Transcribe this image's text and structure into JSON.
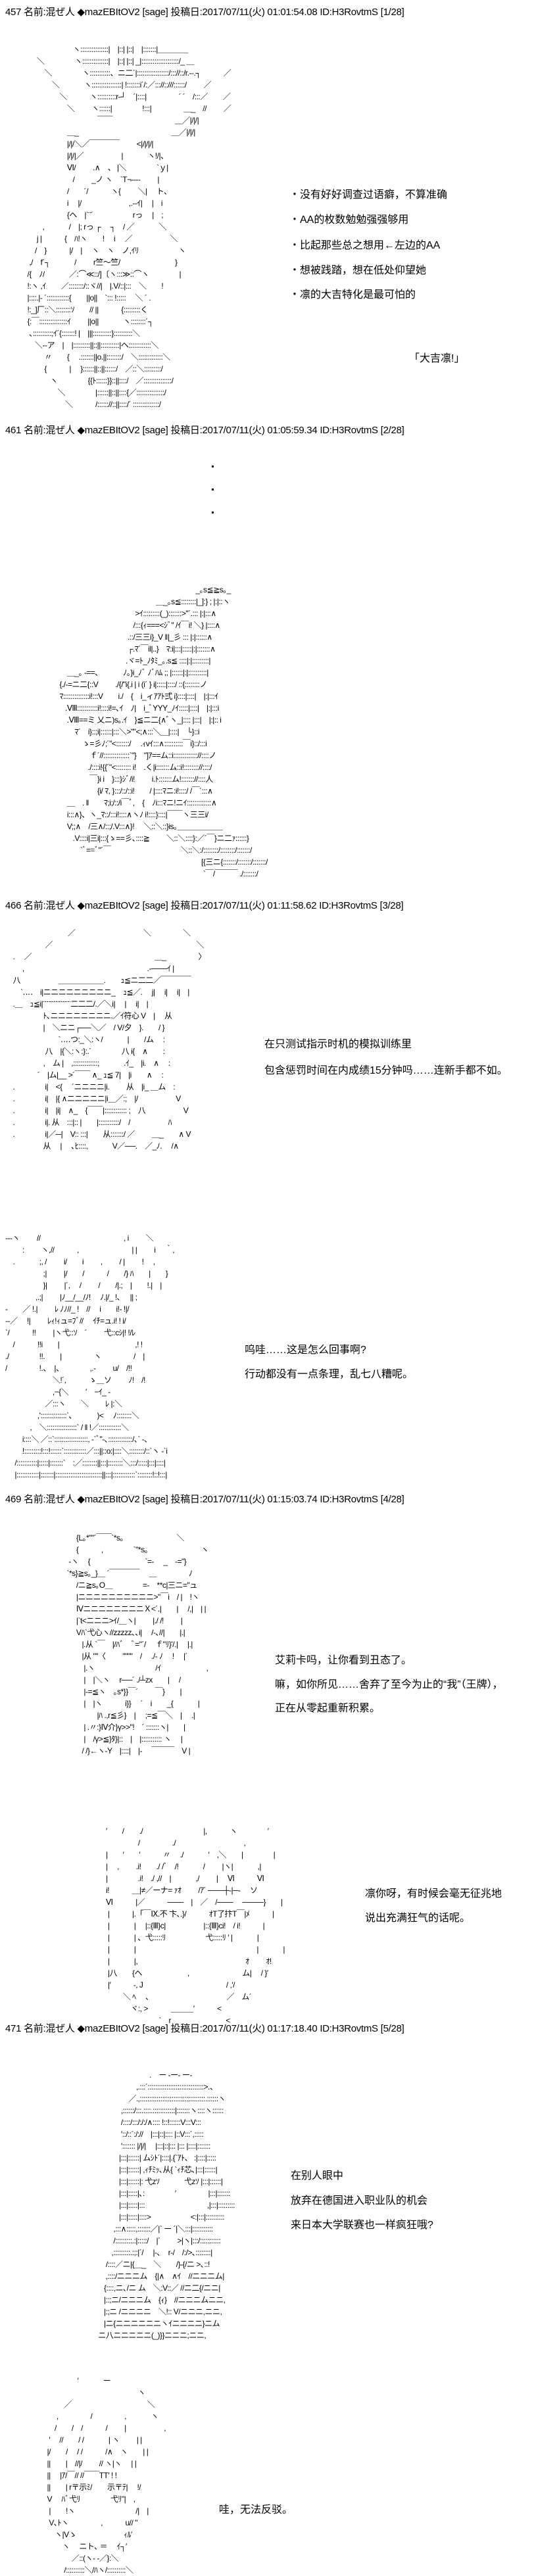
{
  "posts": [
    {
      "num": "457",
      "name_label": "名前:",
      "name": "混ぜ人",
      "trip": "◆mazEBItOV2",
      "mail": "[sage]",
      "date_label": "投稿日:",
      "date": "2017/07/11(火) 01:01:54.08",
      "id": "ID:H3RovtmS",
      "page": "[1/28]"
    },
    {
      "num": "461",
      "name_label": "名前:",
      "name": "混ぜ人",
      "trip": "◆mazEBItOV2",
      "mail": "[sage]",
      "date_label": "投稿日:",
      "date": "2017/07/11(火) 01:05:59.34",
      "id": "ID:H3RovtmS",
      "page": "[2/28]"
    },
    {
      "num": "466",
      "name_label": "名前:",
      "name": "混ぜ人",
      "trip": "◆mazEBItOV2",
      "mail": "[sage]",
      "date_label": "投稿日:",
      "date": "2017/07/11(火) 01:11:58.62",
      "id": "ID:H3RovtmS",
      "page": "[3/28]"
    },
    {
      "num": "469",
      "name_label": "名前:",
      "name": "混ぜ人",
      "trip": "◆mazEBItOV2",
      "mail": "[sage]",
      "date_label": "投稿日:",
      "date": "2017/07/11(火) 01:15:03.74",
      "id": "ID:H3RovtmS",
      "page": "[4/28]"
    },
    {
      "num": "471",
      "name_label": "名前:",
      "name": "混ぜ人",
      "trip": "◆mazEBItOV2",
      "mail": "[sage]",
      "date_label": "投稿日:",
      "date": "2017/07/11(火) 01:17:18.40",
      "id": "ID:H3RovtmS",
      "page": "[5/28]"
    }
  ],
  "dialogue": {
    "p1": [
      "・没有好好调查过语癖，不算准确",
      "・AA的枚数勉勉强强够用",
      "・比起那些总之想用←左边的AA",
      "・想被践踏，想在低处仰望她",
      "・凛的大吉特化是最可怕的"
    ],
    "p1_shout": "「大吉凛!」",
    "p3a": [
      "在只测试指示时机的模拟训练里",
      "包含惩罚时间在内成绩15分钟吗……连新手都不如。"
    ],
    "p3b": [
      "呜哇……这是怎么回事啊?",
      "行动都没有一点条理，乱七八糟呢。"
    ],
    "p4a": [
      "艾莉卡吗，让你看到丑态了。",
      "嘛，如你所见……舍弃了至今为止的“我”（王牌），",
      "正在从零起重新积累。"
    ],
    "p4b": [
      "凛你呀，有时候会毫无征兆地",
      "说出充满狂气的话呢。"
    ],
    "p5a": [
      "在别人眼中",
      "放弃在德国进入职业队的机会",
      "来日本大学联赛也一样疯狂哦?"
    ],
    "p5b": [
      "哇，无法反驳。"
    ]
  },
  "aa": {
    "a1": [
      "　　　　　　　ヽ:::::::::::::::|　|::| |::|　|:::::::|＿＿＿＿",
      "　　 ＼　　　　ヽ::::::::::::::|　|::| |::| _|::::::::::::::::::::/_ ＿",
      "　　　 ＼　　　　ヽ:::::::::::、ニ二´|:::::::::::::::::/::://::/r.-‐.┐　　　／",
      "　　　　 ＼　　　 ヽ::::::::::::::::| !:::::::i´/:／::://::///::::::/　　 ／",
      "　　　　　 ＼　　　ヽ::::::::::r‐┘　´|::::|　　　　 ´ ´　/:::／　　／",
      "　　　　　　 ＼　　 ヽ::::::|　　　　!:::|　　　　 ＿_　//　　 ／",
      "　　　　　　　　　　 ￣￣　　　　　　　　 ＿／|/|/|",
      "　　　　　　 ＿_　　　　　　　　　　　　 ＿／|/|/|",
      "　　　　　　 |/|/＼／￣￣￣￣　　 <|/|/|/|",
      "　　　　　　 |/|/|／　　　　　|　　　 ヽ!/|、",
      "　　　　　　 Ⅵ/　　 .∧　、 |＼　　　　`ｙ|",
      "　　　　　　　/　　 _ノ ヽ　`T¬‐-‐-　　 |",
      "　　　　　　 /　　´/　　　ヽ{　　 ＼|　 ト、",
      "　　　　　　 i　 |/　　　　　　 ,.-‐ｲ|　 |　i",
      "　　　　　　 {ヘ　|`¨´　　　　　 rっ　 |　;",
      "　　　,　　　 /　|; rっ ┌　 ┐　/ ／　　　 ＼",
      "　　 j |　　　{　ﾊ!ヽ　　!　 i　 ／　　　　　＼",
      "　　/　}　　　|/　|　 ヽ　ヽ　ノ,ｲﾘ　　　　　 ヽ",
      "　 ,/　f´┐　　　 /　　 r竺～竺/　　　　　　　 }",
      "　/{　ﾉ/　　　 ／:⌒≪::/]〔ヽ:::≫::⌒ヽ　　　　|",
      "　!:ヽ ,ｲ　　／::::::::/::ヾ//|　|.V/::|:::　＼　　!",
      "　|::::.|‐ ´::::::::::::{　　||o||　`::: !:::::　 ＼ ´ .",
      "　!:_]厂::＼::::::::ｿ　　// ||　　　{:::::::::く",
      "　{:￣:::::::::::::::ｲ　　 ||o||　　　 ヽ::::::::´┐",
      "　 ､::::::::::;ｲ´{:::::::! |　|||::::::::::}::::::::::＼",
      "　　＼‐‐ア　|　|:::::::::||::||::::::::::|ヘ::::::::::::＼",
      "　　　 〃　　{　 .:::::::||o.||::::::::/　＼:::::::::::::＼",
      "　　　 {　　　|　 }::::::||::||::::::/　／::＼:::::::::/",
      "　　　　ヽ　　　　{{ﾄ::::::}}::||::::/　／:::::::::::::::/",
      "　　　　　＼　　　　|::::::||::||::::{／:::::::::::::::/",
      "　　　　　　＼　　　/:::::://::||::::/´ ::::::::::::::/"
    ],
    "a2": [
      "　　　　　　　　　　　　　　　　　　　 _｡s≦≧s｡_",
      "　　　　　　　　　　　　　　＿_｡s≦::::::::|_]:} ; |:|::ヽ",
      "　　　　　　　　　　　 >ｲ:::::::::(_):::::::>\"´.::: |:|:::∧",
      "　　　　　　　　　　　/:::{ｨ===<ｼﾞ\" /ｲ￣i! ＼} |::::∧",
      "　　　　　　　　　　 .::/三三i}_V ‖|_彡 ::: |:|::::::∧",
      "　　　　　　　　　　 ┌.ﾏ´￣il|..}　ﾏ:i|:::|:::::|:|:::::::∧",
      "　　　　　　　　　　.ヾ=ﾄ_ﾉﾀﾐ_｡.s≦ ::::|:|:::::::::|",
      "　　 ＿_｡ -==､　　　 ﾉ｡}i_ﾉﾞ ﾉﾞﾊﾑ ;; |::::::|:|::::::::::|",
      "　 {./‐=ニ二{::V　　 ./{/\"i{.i | i (i´ } i|:::::|::::/ ::{::::::::ノ",
      "　 ﾏ::::::::::::::i!:::V　　i./　{　i_ィｱｱﾄ弍 i}::::|::::|　|:|:::ｲ",
      "　　.Ⅷ:::::::::::i!::::i!=､ｲ　ﾉ|　i_ﾞYYY_ﾉｲ:::::|::::|　|:|:::i",
      "　　 .Ⅷ==ミ 乂ニ)s｡.ｲ　}≦ニ二{∧ﾞヽ_|:::: |:::|　|:|:: i",
      "　　　 ﾏ´　i}::;i|::::::|:::＼>\"\"<;∧:::＼＿|::::|　└}::i",
      "　　　　 ゝ=彡ﾉ;´\"<:::::::/　 .ｨvｲ:::∧::::::::::￣i}::/:::i",
      "　　　　　 ｆ´//::::::::::::::`\"}　\"]ｱ==ム::i::::::::::::://::::ノ",
      "　　　　　./::::i!{{´\"<:::::::: i!　.く|i:::::::ム::i!:::::::://::::/",
      "　　　　　 ￣}i i　}:::}ｼﾞ/i!　　 i.ﾄ:::::::ム!::::::://::::人",
      "　　　　　　 {i/ ﾏ, }:::/::/::i!　　/ |::::ﾏニ:i!::::/ /￣´:::∧",
      "　　 ＿　. ‖　　ﾏ;i;/::/i￣ﾞ,　{　ﾉi:::ﾏニ!ニｲ:::::::::::::∧",
      "　　 i:::∧}、ヽ_ﾏ::/:::i!::::∧ヽﾉ i!::::}::::|￣￣ヽ三三i/",
      "　　 V;;∧　/三∧/::;/.V:::∧}!　 ＼::＼::}is｡＿＿＿＿＿＿",
      "　　　.V::::i|三i|:::{ゝ==彡､::::≧　　 ＼::＼::::}:／´￣}ニ二ｧ::::::}",
      "　　　　`ﾞ==ﾞ\"´￣　　　　　　　　　 ＼::＼:/::::::::/::::::::/:::::::/",
      "　　　　　　　　　　　　　　　　　　　　[{三ニ{:::::::/:::::::/:::::::/",
      "　　　　　　　　　　　　　　　　　　　　 `￣/￣￣￣ ./:::::::/"
    ],
    "a3": [
      "　　　　　　　　 ／　　　　　　　　　＼　　　　 ＼",
      "　　　　　 ／　　　　　　　　　　　　　　　　　　　＼",
      "　.　 ／　　　　　　　　　　　　　　　　 ＿_　　　　 〉",
      "　　 ,　　　　　　　　　　　　　　　　 .‐───ｲ |",
      "　八　　　　　＿＿＿＿＿＿.　　ｭ≦ニ二二／￣￣￣￣",
      "　　`‥‥　i|ニニニニニニニニニ_　ｭ≦／.　 j|　 i|　 i|　|",
      "　.＿　ｭ≦i|¨¨¨¨¨¨¨¨¨¨¨¨二二二/.／＼i|　 |　 i|　|",
      "　　　　　ﾄ､ニニニニニニニニ.／ｲ符心 V　|　 从",
      "　　　　　|　＼ニニ┌──＼／　/ V/夕　}.　　/ }",
      "　　　　　　　`‥‥つ:_＼:ヽ/　　　 |　　/ム　 :",
      "　　　　　 八　|{＼:ヽ:}:.´　　　　八 i{　∧　　:",
      "　　　　　,　ム |　,:::::::::::::;　　　 .ｲ_　|i.　∧　 :",
      "　　　　 ´　|ム|__ >´￣￣ ∧_ ｭ≦ 7|　|i　　∧　 :",
      "　.　　　　i|　<{　 ´ニニニニ|i.　　 从　|i_ ＿ム　:",
      "　.　　　　i|　|{ ∧ニニニニニ|i＿／:;　|/　　　　　V",
      "　.　　　　i|　|i|　∧_　{￣￣|:::::::::::: ;　八　　　　　V",
      "　.　　　　i|. 从　:::|:: |　　|:::::::::::/　/　　　　　ﾊ",
      "　.　　　　i|／─|　V:: :::|　　从:::::::/ ／　　 ＿_　　∧ V",
      "　　　　　从　 |　 ､ﾋ::::,　　　 V／──.　／_ﾉ.　 /∧"
    ],
    "a4": [
      "‐‐‐ヽ　　 //　　　　　　　　　　　, i　　 ＼",
      "　　 :　　 ヽ,//　　　,　　　　　　　| |　　 i　 ｀,",
      "　.　　　 ;, /　　 i/　　i　　 ,　　 / |　　 !　 ,",
      "　　　　　;|　　 |/　　/　　　/　　/} ﾊ　　|　　}",
      "　　　　　}|　　 |´,　 /　　 /　　/|.;　|　　!.|　|",
      "　　　　,.;|　　 |ﾉ__/__/ﾉ!　 ﾉ.|/_ !､　 || ;",
      "‐　　／ !.|　　 ﾚ ﾉﾉ//_ !　//　 i　　i!‐ !|/",
      "‐‐／　 !|　　 ﾚｨ!ｨュ=ﾌﾞ//　 ｲﾁ=ュ.i! ! i/",
      "`/　　　!!　　 |ヽ弋::ｿ　´　　 弋::cｼ|! !/ﾚ",
      "　/　　　!!i　　|　　　　　　　　　　,! !",
      "./　　　　!!.　　|　　　　 ヽ　　　　 /　|",
      "/　　　　 !.、　|、　　　　,.-　　 u/　/!!",
      "　　　　　　 ＼!´,　　　ゝ＿ソ　　 ﾉ!　/!",
      "　　　　　　 ,−{＼　　 ′　−ｲ_ -",
      "　　　　　 ／:::ヽ　　＼　　 ﾚ |:＼",
      "　　　　 ,'::::::::::::::`､　　　 )<　 ﾉ::::::::＼",
      "　　　 ,　＼::::::::::::::::` / ‖ !／::::::::::::＼",
      "　　 i::::＼ ／::`::::::::::::::::::, -`ﾞ\"-､:::::::::::::/､` -､",
      "　　 !:::::::::!:::!::::::`::::::::::::／:::||::o:|::::＼::::::::/::`ヽ -`i",
      "　 /:::::::::::|:::::|:::::::`　:／::::::::||:::|::::::::＼:::/:::::|:::|::::|",
      "　 |::::::::::::|:::::::|:::::::::::::::::::::::::||:::|::::::::::::`::::::::!::!:::|"
    ],
    "a5": [
      "　　 {L｡*\"\"´￣￣`*s｡　　　　　　　＼",
      "　　 {　　　,　　　　`\"*s｡　　　　　　　ヽ",
      "　 -ヽ　 {　　　　　　　 `=-　 _　-=\"}",
      "　`*s}≧s｡_}＿ ´￣￣￣￣　 ＿　　　　 ﾉ",
      "　　 /ニ≧s｡O＿　　　　=-　**c|三ニ=\"ュ",
      "　　 |ニニニニニニニニニニ>\"￣i　/ |　!ヽ",
      "　　 ⅣニニニニニニニニＸ<´.|　　|　 /,|　| |",
      "　　 |`t<ニニニ>ｲ/＿ヽ|　　 |./ /!　　 |",
      "　　 Vﾊ`弋心ヽ//zzzzz､､i|　 /‐､//|　　|.|",
      "　　　|.从 `￣　|/ﾊﾞ　ﾞ=\"´/　 ｆ\"ﾘ}'/.|　 |.|",
      "　　　|从 \"\"〈　　 \"\"\"\"　/　 ./‐ ﾉ　 !　 |´",
      "　　　 |.ヽ　　　　　　　　/ｲ　　　　　　,",
      "　　　 |　|＼ヽ　 r──´ ./┴zx　　|　 /",
      "　　　 |-=≦ヽ　｡s*}}￣´　　 ￣}　　|",
      "　　　 |　|ヽ　　　i}}　 ´　i　　_{　　　 |",
      "　　　　　|ﾊ .,r≦彡}　|　 ;=≦￣＼　|　 .|",
      "　　　 | .〃:}Ⅳ介}γ>>\"!　´ :::::::ヽ|　　|",
      "　　　 |　/γ>≦}ﾀ}|::　|　|::::::::::: ヽ　 |",
      "　　　/ /}←ヽ‐Y　|::::|　|‐　 ￣￣￣　V |"
    ],
    "a6": [
      "　　　　′　　/　　./　　　　　　　　|,　　　ヽ　　　　′",
      "　　　　　　　　 /　　　　 ./　　　　　　　　　,",
      "　　　　|　　′　　′　　　〃　 ./　　　 ′　,＼　　|　　　　|",
      "　　　　|　 ,　　 .i!　　./ /ﾞ　/!　　　 /　　 |ヽ|　　　 ,|",
      "　　　　|　　　　.i!　./ ,//　|　　　 ,/　　 |　 Ⅵ　　　Ⅵ",
      "　　　　i!　　　＿|≠／ーナ= ｧｵ　　 /ｱ´ ───┼‐|─-　 ソ",
      "　　　　Ⅵ　　　|／　　　───　|　／　/───　 ────}　　|",
      "　　　　 |　　　|.「￣Ⅸ.不 卞､.}/　　　ｵT了抃T￣|ﾒ　　　|",
      "　　　　 |　　　 |　 |::{Ⅲ}c|　　　　　|::{Ⅲ}ci!　/ i!　　　|",
      "　　　　 |　　　 | 、弋:::::ﾘ　　　　　 弋:::::ﾘ ′ |　　　 |",
      "　　　　 |　　　 |　　　　　　　　　　　　　　　　|　　　 |",
      "　　　　 |　　　 |,　　　　　　　　　　　　　　 ｵ　　 ｵ!",
      "　　　　 |八　　{ヘ　　　　　　,　　　　　　　ム|　 / }′",
      "　　　　 |′　　　‐, J　　　　　　　　　　　/ ,′/",
      "　　　　　　 ＼ ﾍ　 、　　　　　　　　　　 ／　ム´",
      "　　　　　　　 ヾ:, >　　　＿＿＿′　　　<",
      "　　　　　　　　　　　`　r　　　　　　　 <"
    ],
    "a7": [
      "　　　　　　　　.　ー -ー- ー-",
      "　　　　　　 ,.:::´::::::::::::::::::::::::::::::>.、",
      "　　　　　 ／.,:::::::::::::::::::::::::::::::::::.::::::ヽ",
      "　　　　 ,::::::/:::.::::.::::::::::::|:::::::ヽ::::ヽ::::::",
      "　　　　 /::::/:::/:/:/∧:::: !::!::::::V:::V:::",
      "　　　　 ′::/::´:/://　|:::|::|:::: |::V:::´,:::::",
      "　　　　 ′::::::: |/|/|　 |:::|::|::: |::: |::::|:::::::",
      "　　　　|:::|::::::| ムｼﾄ´|::::|.{`ｱﾄ、 :|::::|:::::",
      "　　　　|:::|::::::| ,ｨﾁﾐｯ､从{ `ｨﾁ芯､|:::|::::::|",
      "　　　　|:::|::::::|: 弋zｿ　　　 弋zｿ |:::|::::::|",
      "　　　　|:::|:::::|､:　　　　′　　　　 |:::|:::::::",
      "　　　　|:::|:::::|:::　　　　　　　　 ,|:::|:::::::::",
      "　　　　|:::|:::::|::::>　　　　　 <:|:::|::::::::::",
      "　　　 ,:::∧:::::,:::::::／|` ー ´|＼:::|:::::::::::",
      "　　　 /:::::::::.:|:::::/　|´　　 >|ヽ|:::/:::::::::::",
      "　　　,:::::::::.:;:|´/　 |-､　r‐/　/:/>､::::::::|",
      "　　 /::::／ニ|{＿_　＼　　/}-{/ニ >､::!",
      "　　 ,::::/ニニニム　{|∧　∧ｲ　//ニニニム|",
      "　　{::::,ニ､/ニ ム　＼:V::／ //ニ二{/ニニ|",
      "　　|::;ニ/ニニニム　{ｨ}　//ニニニムニニ,",
      "　　|:;ニ /ニニニニ　＼!:: V/ニニニ,ニニ,",
      "　　|ニ{ニニニニニニヽｲニニニニ}ニム",
      "　 ニ八ニニニニニ(_)}}ニニニ;ニニ,"
    ],
    "a8": [
      "　　　　　′　　　 ー",
      "　　　　　　　　　　　　　ヽ",
      "　　　 ／　　　　　　　　　　＼",
      "　　 ,　　　　 /　　　　 ,　　　 ヽ",
      "　　/　　/　/　　　/　　 |　　　　　,",
      "　 ′　 //　　/ /　　　 | ヽ　　 | |",
      "　|/　　/　 / /　　　/∧　ヽ　　| |",
      "　||　　|　//|/　　 // ヽ|ヽ　 | |",
      "　||　 |ｱ/￣// //￣￣TT′ ! !",
      "　||　　| r〒示ﾐ/　　示〒ﾃ|　 !/",
      "　V　 ﾊﾞ弋ﾘ　　　　弋ﾘ\"|　,",
      "　 |　　!ヽ　　　　　　　　/|　|",
      "　 V､ﾄヽ　　　　 ,　　　u// \"",
      "　　ヽ|Vゝ　　　　　　 ｨﾙ′",
      "　　　ヽ　 ニト､ ＝　 ｲ┐′",
      "　　　　 ／::(ヽ- -／}:＼",
      "　　　 /::::::::::＼/ﾊヽ/::::::::::＼"
    ]
  }
}
